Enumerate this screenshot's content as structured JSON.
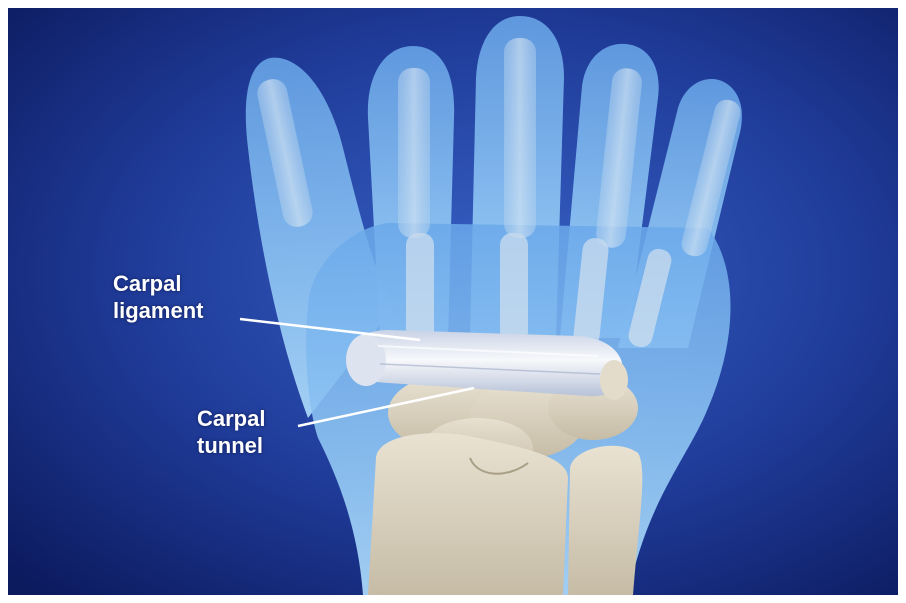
{
  "labels": {
    "ligament": {
      "line1": "Carpal",
      "line2": "ligament"
    },
    "tunnel": {
      "line1": "Carpal",
      "line2": "tunnel"
    }
  },
  "colors": {
    "background_center": "#2f56b8",
    "background_edge": "#0c1a5e",
    "hand_fill": "#8fc4f2",
    "bone_fill": "#ddd6c6",
    "ligament_fill": "#eef0f6",
    "label_text": "#ffffff"
  }
}
